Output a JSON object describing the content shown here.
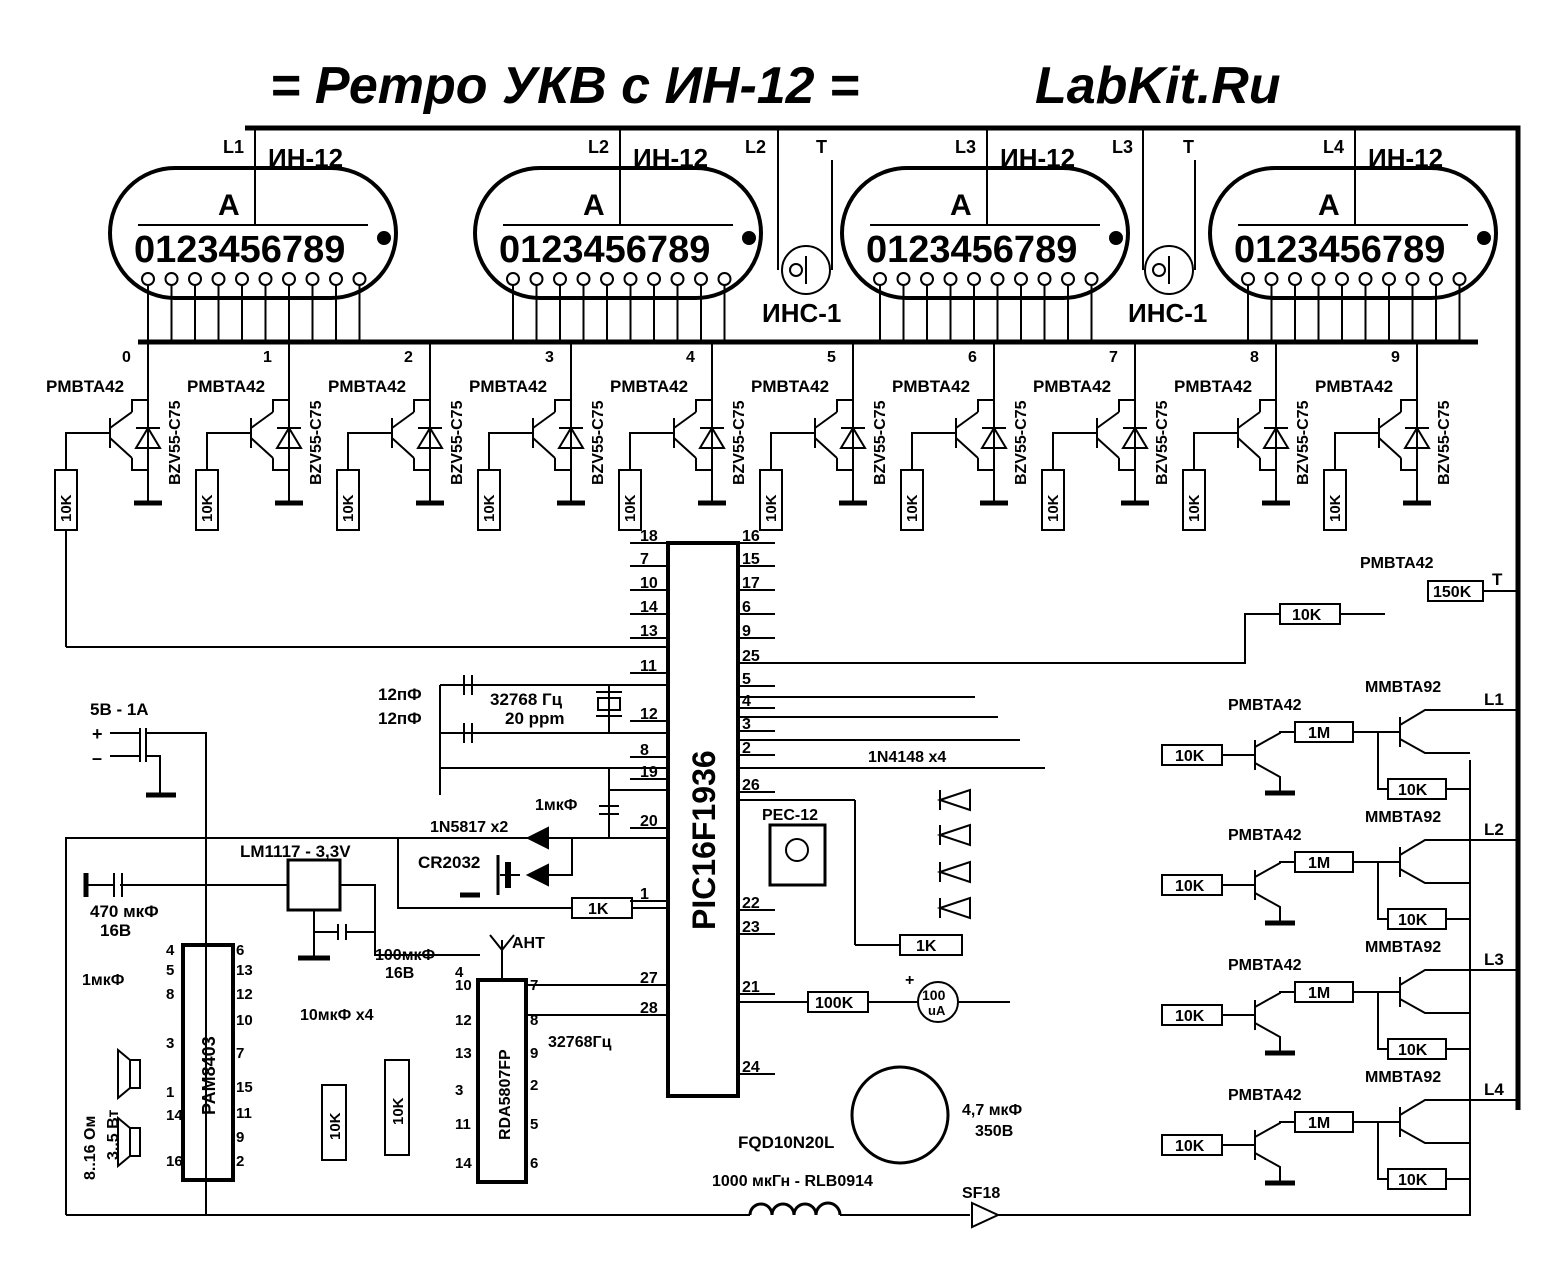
{
  "title": {
    "left": "= Ретро УКВ с ИН-12 =",
    "right": "LabKit.Ru"
  },
  "tubes": {
    "name": "ИН-12",
    "anode_glyph": "А",
    "digits": "0123456789",
    "labels": [
      "L1",
      "L2",
      "L3",
      "L4"
    ]
  },
  "separator_lamp": {
    "name": "ИНС-1",
    "a_labels": [
      "L2",
      "L3"
    ],
    "t_label": "T"
  },
  "digit_drivers": {
    "numbers": [
      "0",
      "1",
      "2",
      "3",
      "4",
      "5",
      "6",
      "7",
      "8",
      "9"
    ],
    "transistor": "PMBTA42",
    "zener": "BZV55-C75",
    "resistor": "10K"
  },
  "mcu": {
    "name": "PIC16F1936",
    "left_pins": [
      "18",
      "7",
      "10",
      "14",
      "13",
      "11",
      "12",
      "8",
      "19",
      "20",
      "1"
    ],
    "right_pins": [
      "16",
      "15",
      "17",
      "6",
      "9",
      "25",
      "5",
      "4",
      "3",
      "2",
      "26",
      "22",
      "23",
      "21",
      "24"
    ],
    "extra_pins": [
      "27",
      "28"
    ]
  },
  "crystal": {
    "cap1": "12пФ",
    "cap2": "12пФ",
    "freq": "32768 Гц",
    "ppm": "20 ppm"
  },
  "power": {
    "input": "5В - 1А",
    "plus": "+",
    "minus": "–",
    "regulator": "LM1117 - 3,3V",
    "diodes": "1N5817 x2",
    "battery": "CR2032",
    "backup_cap": "1мкФ",
    "in_cap": "470 мкФ",
    "in_cap_v": "16В",
    "out_cap": "100мкФ",
    "out_cap_v": "16В",
    "reset_r": "1K"
  },
  "amplifier": {
    "name": "PAM8403",
    "speaker": "8..16 Ом",
    "speaker_p": "3..5 Вт",
    "cap": "1мкФ",
    "pins": [
      "4",
      "5",
      "8",
      "3",
      "1",
      "14",
      "16",
      "6",
      "13",
      "12",
      "10",
      "7",
      "15",
      "11",
      "9",
      "2"
    ]
  },
  "radio": {
    "name": "RDA5807FP",
    "antenna": "АНТ",
    "coupling_caps": "10мкФ x4",
    "volume_r": "10K",
    "crystal": "32768Гц",
    "pins": [
      "10",
      "4",
      "7",
      "8",
      "12",
      "13",
      "3",
      "11",
      "14",
      "9",
      "2",
      "5",
      "6"
    ]
  },
  "keys": {
    "diodes": "1N4148 x4",
    "encoder": "PEC-12",
    "r": "1K"
  },
  "meter": {
    "r": "100K",
    "label_top": "100",
    "label_bot": "uA",
    "plus": "+"
  },
  "boost": {
    "mosfet": "FQD10N20L",
    "cap": "4,7 мкФ",
    "cap_v": "350В",
    "inductor": "1000 мкГн - RLB0914",
    "diode": "SF18"
  },
  "anode_drivers": {
    "npn": "PMBTA42",
    "pnp": "MMBTA92",
    "r_base": "10K",
    "r_1m": "1M",
    "r_pull": "10K",
    "outputs": [
      "L1",
      "L2",
      "L3",
      "L4"
    ]
  },
  "sep_driver": {
    "transistor": "PMBTA42",
    "r1": "10K",
    "r2": "150K",
    "out": "T"
  }
}
